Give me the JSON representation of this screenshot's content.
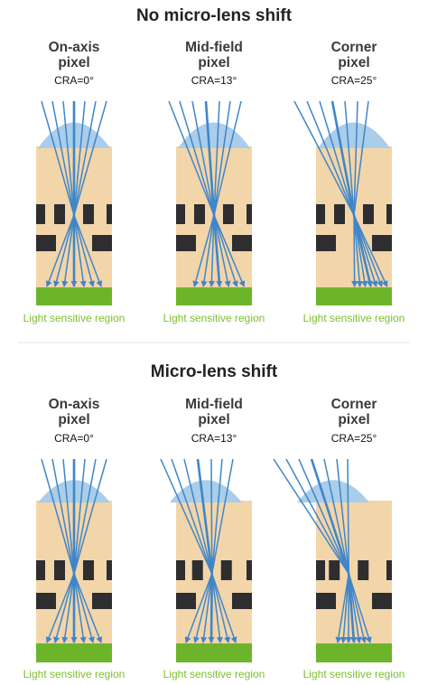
{
  "colors": {
    "body": "#f3d5aa",
    "lens": "#a9cdea",
    "ray": "#3f86c9",
    "metal": "#2e2e30",
    "sensor": "#6cb52a",
    "label": "#7dbf2e",
    "divider": "#e4e4e4"
  },
  "sections": [
    {
      "title": "No micro-lens shift",
      "panels": [
        {
          "title_line1": "On-axis",
          "title_line2": "pixel",
          "cra": "CRA=0°",
          "sensor_label": "Light sensitive region"
        },
        {
          "title_line1": "Mid-field",
          "title_line2": "pixel",
          "cra": "CRA=13°",
          "sensor_label": "Light sensitive region"
        },
        {
          "title_line1": "Corner",
          "title_line2": "pixel",
          "cra": "CRA=25°",
          "sensor_label": "Light sensitive region"
        }
      ]
    },
    {
      "title": "Micro-lens shift",
      "panels": [
        {
          "title_line1": "On-axis",
          "title_line2": "pixel",
          "cra": "CRA=0°",
          "sensor_label": "Light sensitive region"
        },
        {
          "title_line1": "Mid-field",
          "title_line2": "pixel",
          "cra": "CRA=13°",
          "sensor_label": "Light sensitive region"
        },
        {
          "title_line1": "Corner",
          "title_line2": "pixel",
          "cra": "CRA=25°",
          "sensor_label": "Light sensitive region"
        }
      ]
    }
  ]
}
